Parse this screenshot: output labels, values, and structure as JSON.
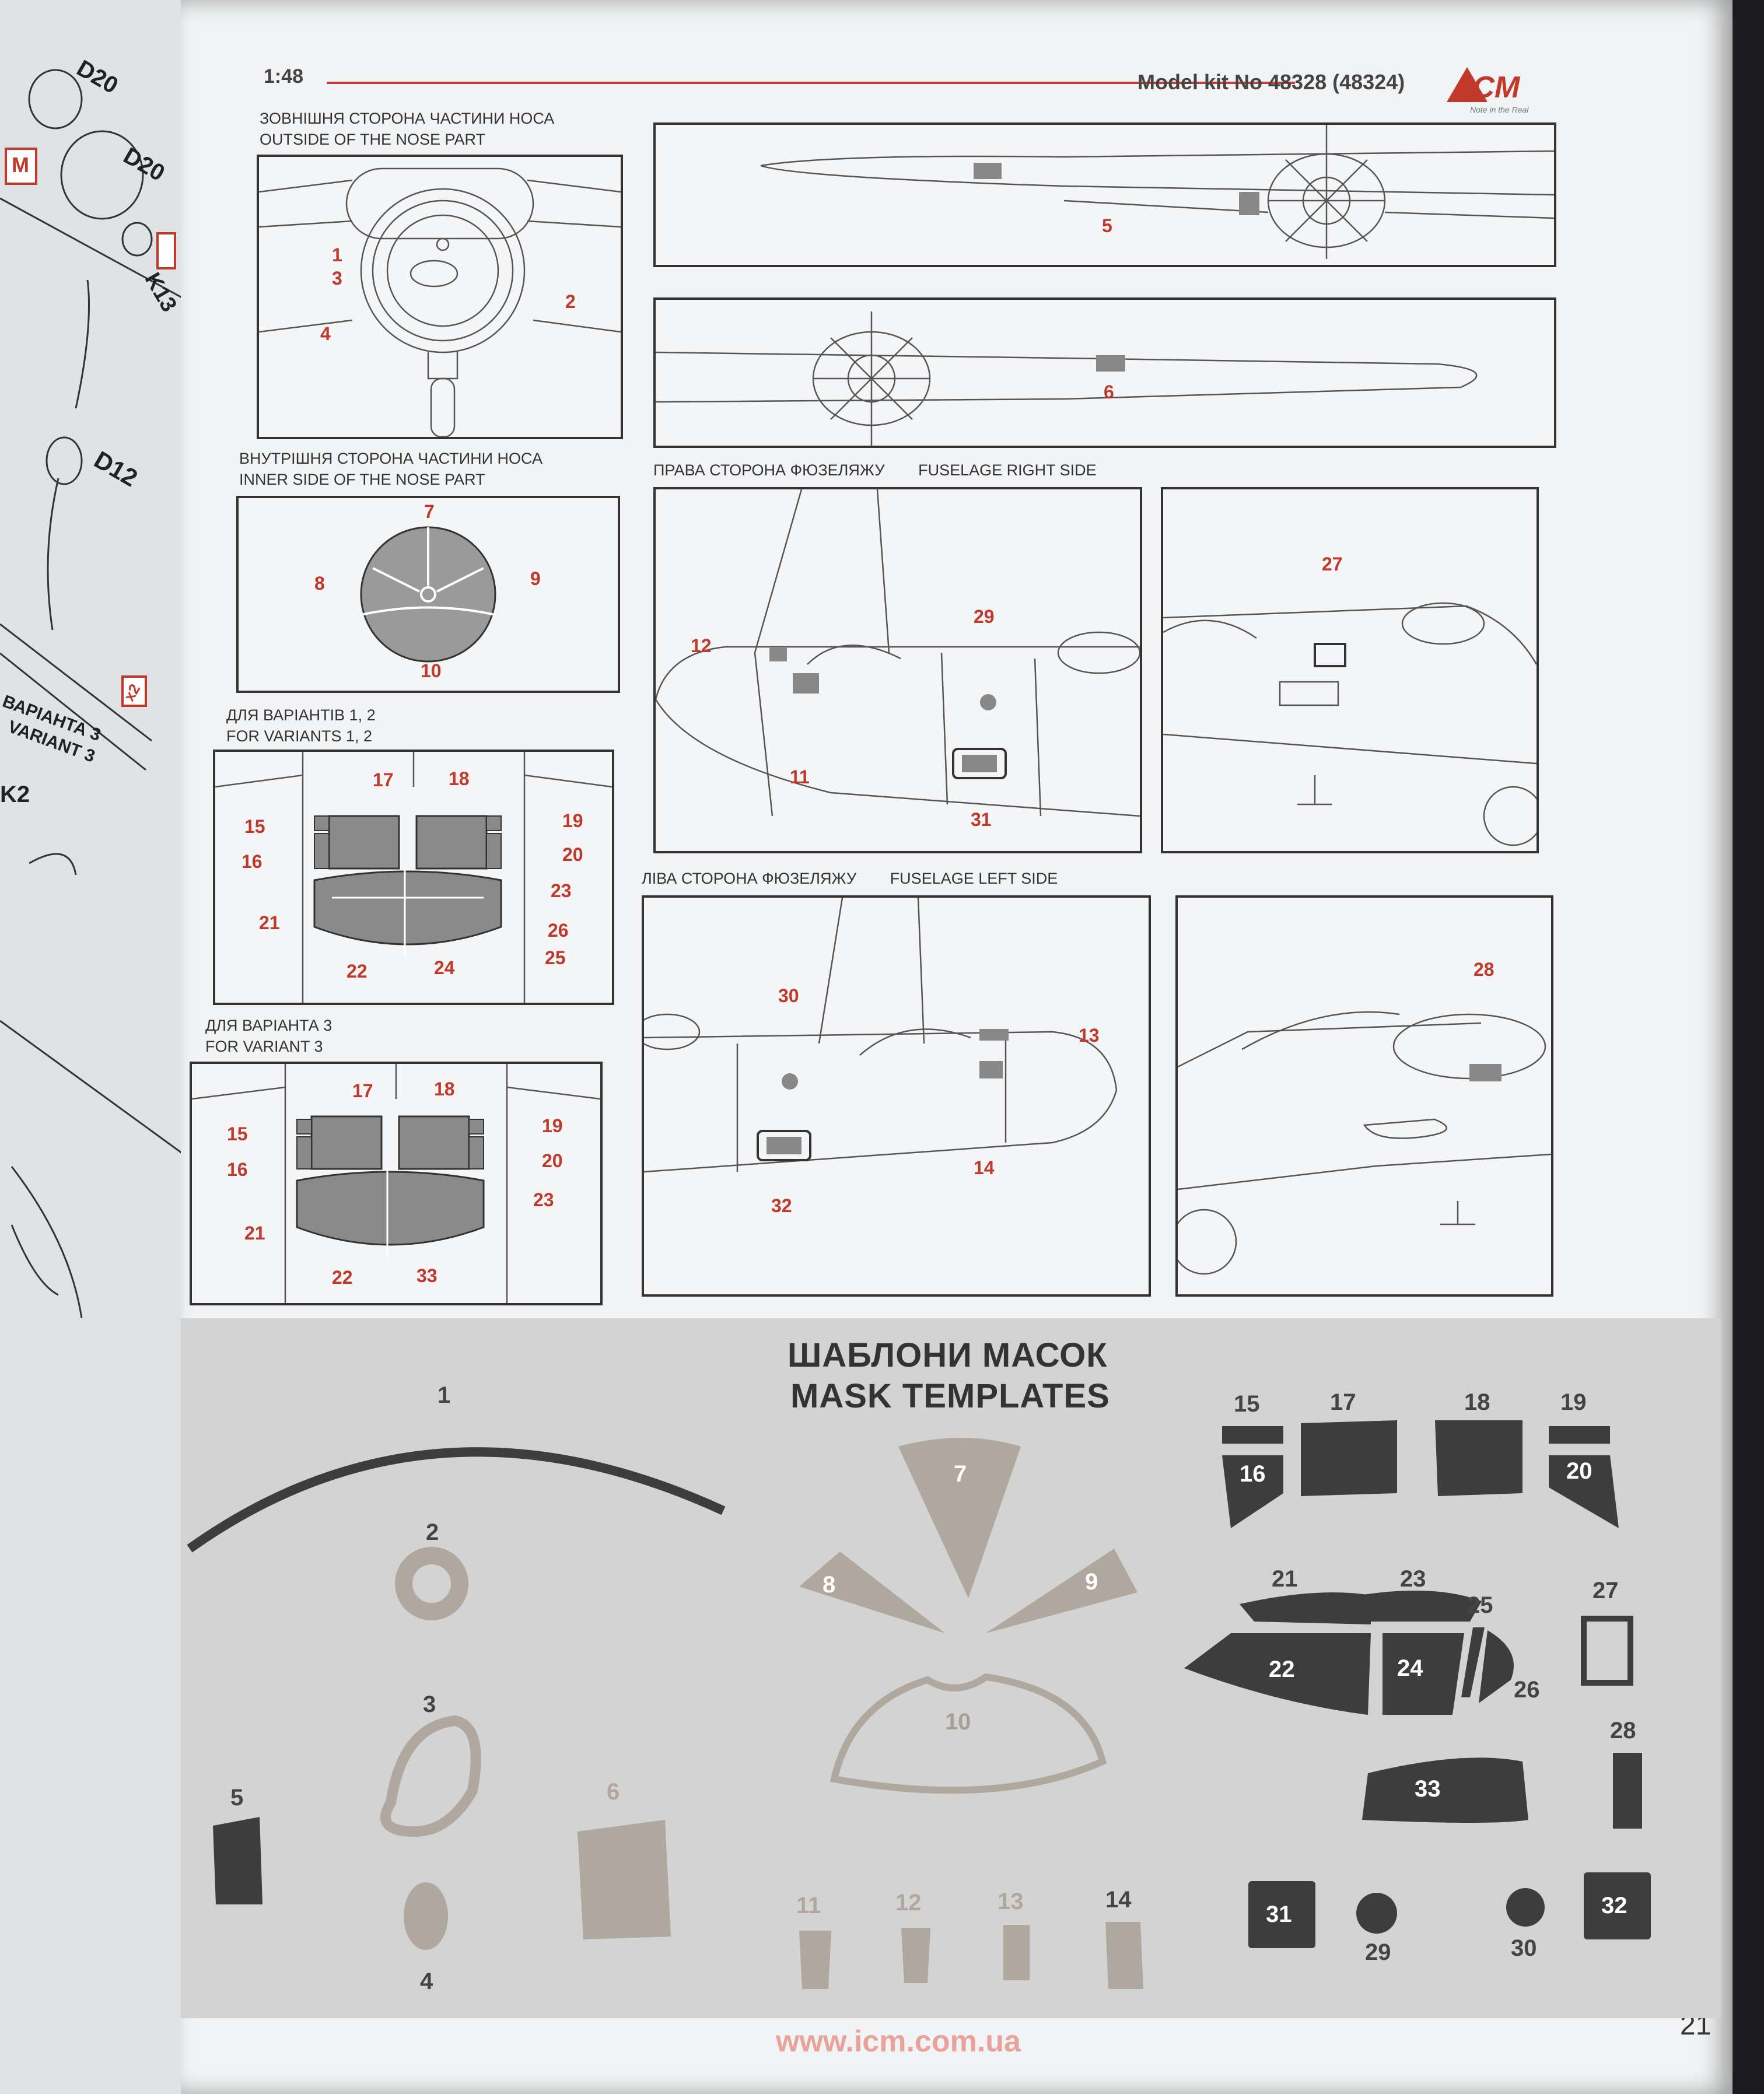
{
  "left_page": {
    "labels": [
      "D20",
      "D20",
      "M",
      "K13",
      "D12",
      "x2",
      "ВАРІАНТА 3",
      "VARIANT 3",
      "K2"
    ]
  },
  "header": {
    "scale": "1:48",
    "model_kit": "Model kit No 48328 (48324)",
    "brand": "ICM",
    "brand_tagline": "Note in the Real"
  },
  "sections": {
    "nose_outside": {
      "caption_ua": "ЗОВНІШНЯ СТОРОНА ЧАСТИНИ НОСА",
      "caption_en": "OUTSIDE OF THE NOSE PART",
      "parts": [
        "1",
        "2",
        "3",
        "4"
      ]
    },
    "top_view": {
      "parts": [
        "5"
      ]
    },
    "bottom_view": {
      "parts": [
        "6"
      ]
    },
    "nose_inner": {
      "caption_ua": "ВНУТРІШНЯ СТОРОНА ЧАСТИНИ НОСА",
      "caption_en": "INNER SIDE OF THE NOSE PART",
      "parts": [
        "7",
        "8",
        "9",
        "10"
      ]
    },
    "fuselage_right": {
      "caption_ua": "ПРАВА СТОРОНА ФЮЗЕЛЯЖУ",
      "caption_en": "FUSELAGE RIGHT SIDE",
      "parts": [
        "12",
        "29",
        "11",
        "31"
      ]
    },
    "fuselage_right_rear": {
      "parts": [
        "27"
      ]
    },
    "variants_1_2": {
      "caption_ua": "ДЛЯ ВАРІАНТІВ 1, 2",
      "caption_en": "FOR VARIANTS 1, 2",
      "parts": [
        "17",
        "18",
        "15",
        "19",
        "16",
        "20",
        "23",
        "21",
        "26",
        "25",
        "22",
        "24"
      ]
    },
    "fuselage_left": {
      "caption_ua": "ЛІВА СТОРОНА ФЮЗЕЛЯЖУ",
      "caption_en": "FUSELAGE LEFT SIDE",
      "parts": [
        "30",
        "13",
        "14",
        "32"
      ]
    },
    "fuselage_left_front": {
      "parts": [
        "28"
      ]
    },
    "variant_3": {
      "caption_ua": "ДЛЯ ВАРІАНТА 3",
      "caption_en": "FOR VARIANT 3",
      "parts": [
        "17",
        "18",
        "15",
        "19",
        "16",
        "20",
        "23",
        "21",
        "22",
        "33"
      ]
    }
  },
  "mask_templates": {
    "title_ua": "ШАБЛОНИ МАСОК",
    "title_en": "MASK TEMPLATES",
    "numbers": [
      "1",
      "2",
      "3",
      "4",
      "5",
      "6",
      "7",
      "8",
      "9",
      "10",
      "11",
      "12",
      "13",
      "14",
      "15",
      "16",
      "17",
      "18",
      "19",
      "20",
      "21",
      "22",
      "23",
      "24",
      "25",
      "26",
      "27",
      "28",
      "33",
      "31",
      "29",
      "30",
      "32"
    ]
  },
  "footer": {
    "url": "www.icm.com.ua",
    "page_number": "21"
  },
  "colors": {
    "accent": "#c0392b",
    "mask_dark": "#3d3d3d",
    "mask_silver": "#b0a79e",
    "panel_bg": "#f4f5f6"
  }
}
